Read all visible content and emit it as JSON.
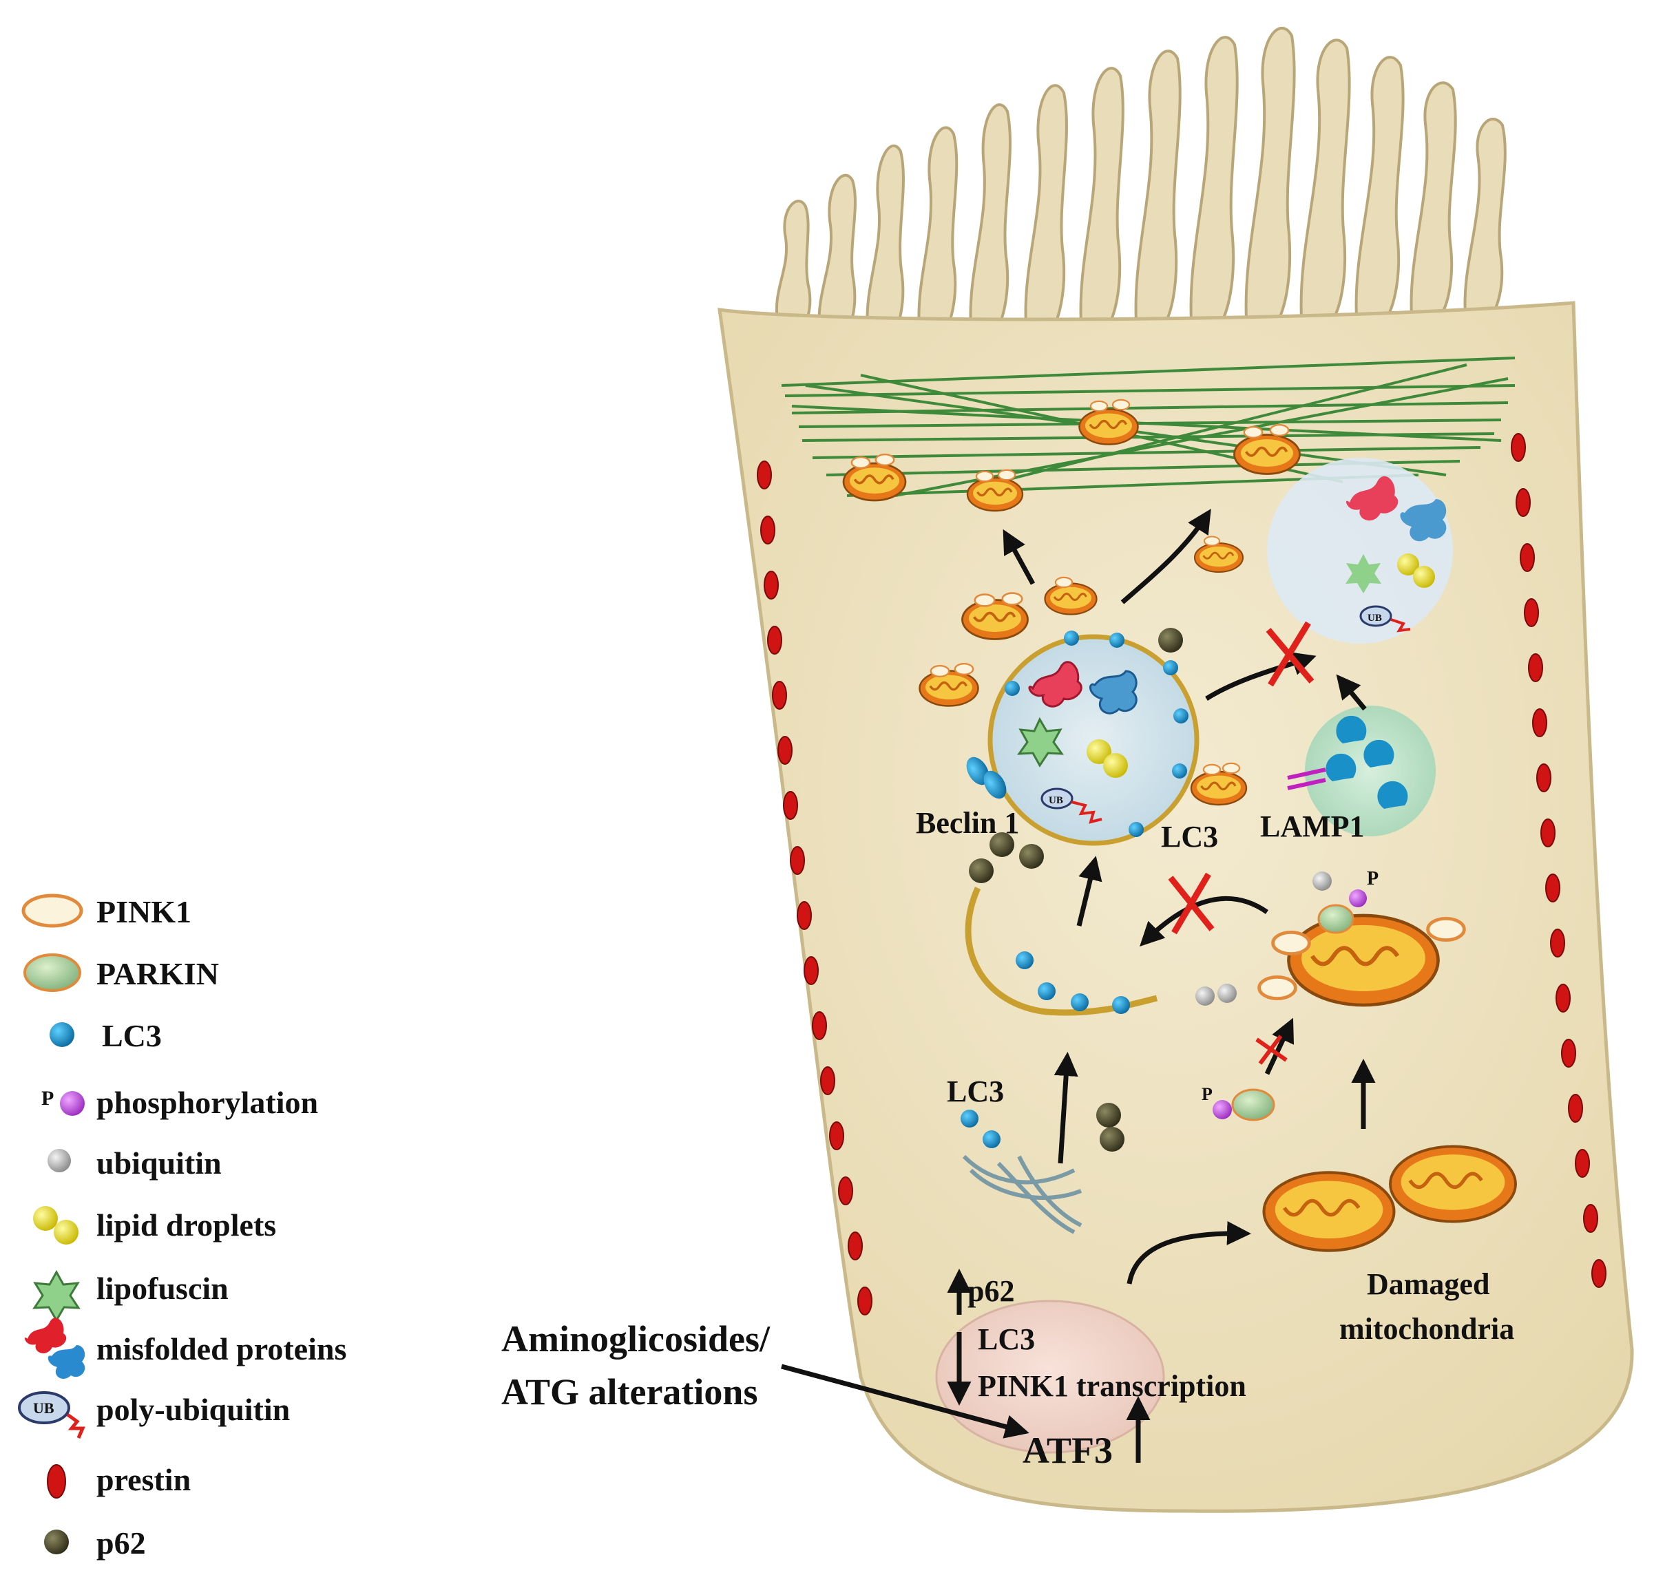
{
  "legend": {
    "items": [
      {
        "label": "PINK1",
        "icon": "pink1-icon"
      },
      {
        "label": "PARKIN",
        "icon": "parkin-icon"
      },
      {
        "label": "LC3",
        "icon": "lc3-icon"
      },
      {
        "label": "phosphorylation",
        "icon": "phosphorylation-icon",
        "glyph": "P"
      },
      {
        "label": "ubiquitin",
        "icon": "ubiquitin-icon"
      },
      {
        "label": "lipid  droplets",
        "icon": "lipid-droplets-icon"
      },
      {
        "label": "lipofuscin",
        "icon": "lipofuscin-icon"
      },
      {
        "label": "misfolded  proteins",
        "icon": "misfolded-proteins-icon"
      },
      {
        "label": "poly-ubiquitin",
        "icon": "poly-ubiquitin-icon",
        "glyph": "UB"
      },
      {
        "label": "prestin",
        "icon": "prestin-icon"
      },
      {
        "label": "p62",
        "icon": "p62-icon"
      }
    ]
  },
  "labels": {
    "beclin1": "Beclin 1",
    "lc3_autophagosome": "LC3",
    "lamp1": "LAMP1",
    "lc3_golgi": "LC3",
    "p62": "p62",
    "lc3_transcription": "LC3",
    "pink1_transcription": "PINK1  transcription",
    "atf3": "ATF3",
    "damaged_line1": "Damaged",
    "damaged_line2": "mitochondria",
    "trigger_line1": "Aminoglicosides/",
    "trigger_line2": "ATG alterations",
    "phospho_top": "P",
    "phospho_bottom": "P",
    "ub_autophagosome": "UB",
    "ub_lysosome": "UB"
  },
  "colors": {
    "cell_fill": "#eee3c0",
    "cell_stroke": "#c9b98a",
    "stereocilia": "#e9dcb8",
    "actin": "#3e8a3a",
    "prestin": "#d01414",
    "p62": "#4e4a2e",
    "lc3": "#1a90c8",
    "mito_outer": "#e7781a",
    "mito_inner": "#f6c640",
    "vesicle": "#d0e4ea",
    "lysosome": "#b9e0c6",
    "nucleus": "#f1d3c8",
    "inhibition_red": "#e0201a"
  }
}
